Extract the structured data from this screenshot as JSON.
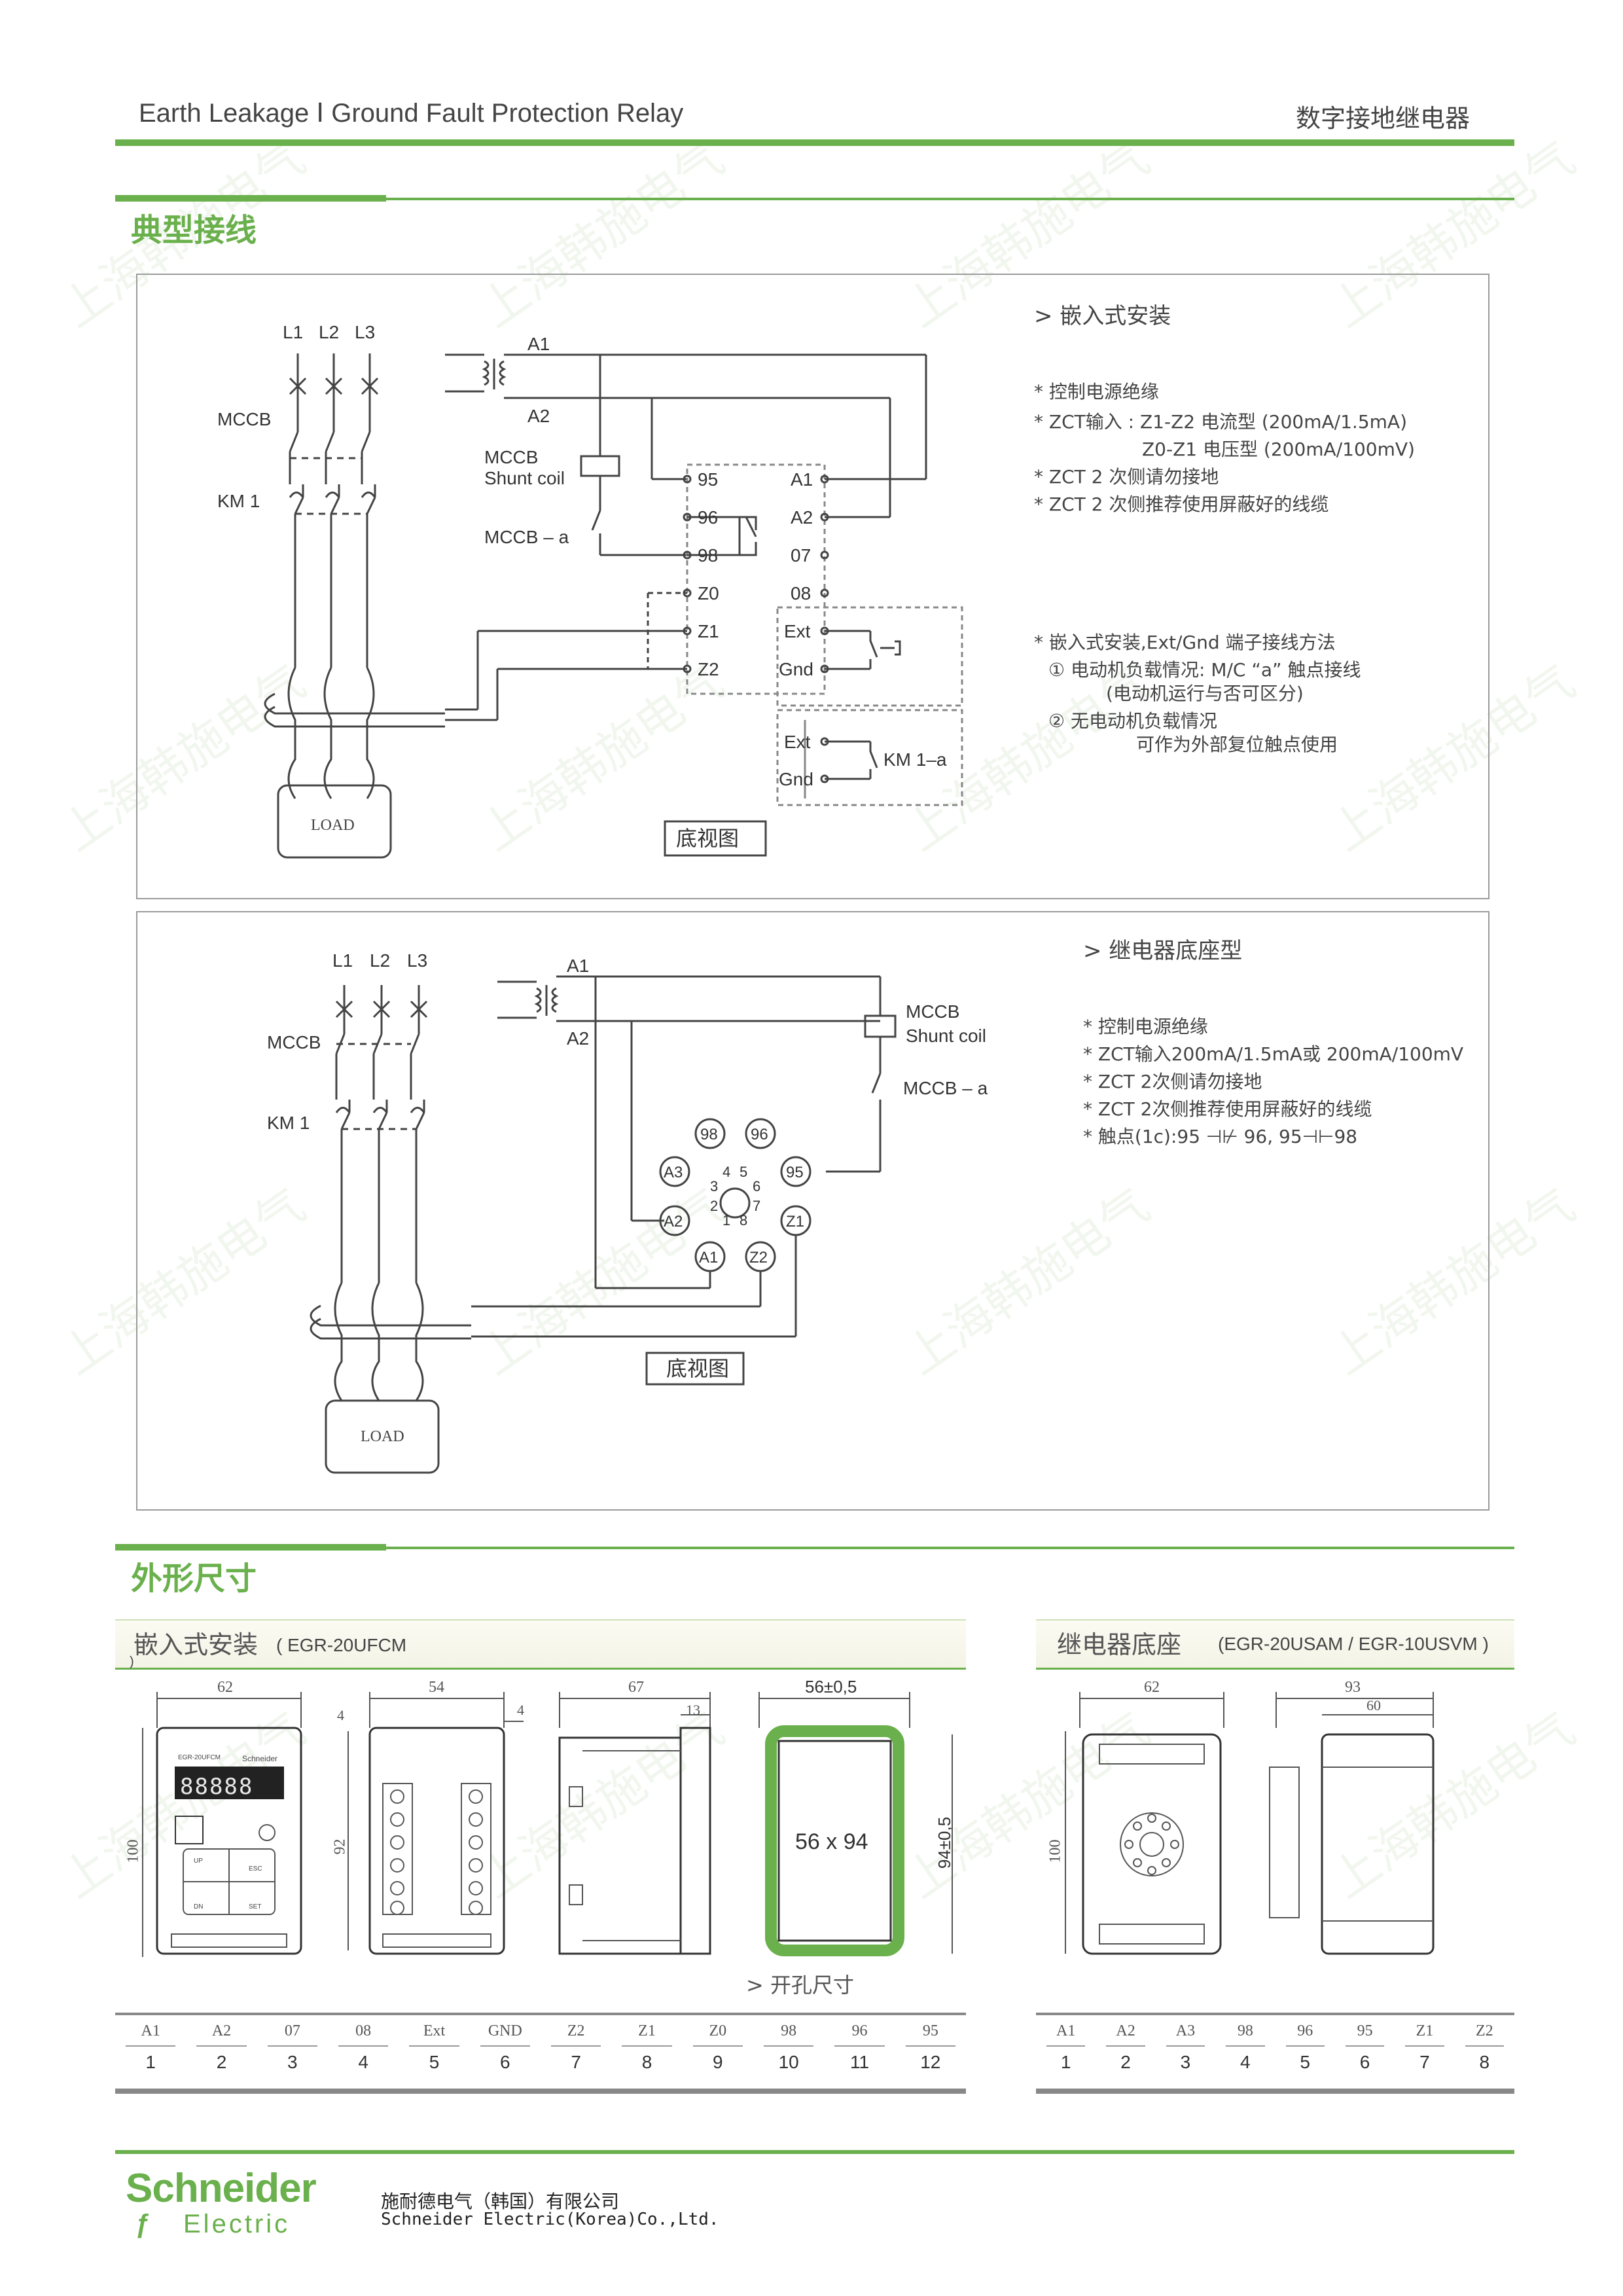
{
  "header": {
    "title_en": "Earth Leakage Ⅰ Ground Fault Protection Relay",
    "title_cn": "数字接地继电器"
  },
  "sections": {
    "wiring": "典型接线",
    "dimensions": "外形尺寸"
  },
  "panel1": {
    "subtitle": "> 嵌入式安装",
    "labels": {
      "l1": "L1",
      "l2": "L2",
      "l3": "L3",
      "mccb": "MCCB",
      "km1": "KM 1",
      "load": "LOAD",
      "a1": "A1",
      "a2": "A2",
      "mccb_shunt_1": "MCCB",
      "mccb_shunt_2": "Shunt coil",
      "mccb_a": "MCCB – a",
      "t95": "95",
      "t96": "96",
      "t98": "98",
      "z0": "Z0",
      "z1": "Z1",
      "z2": "Z2",
      "ra1": "A1",
      "ra2": "A2",
      "t07": "07",
      "t08": "08",
      "ext": "Ext",
      "gnd": "Gnd",
      "ext2": "Ext",
      "gnd2": "Gnd",
      "km1a": "KM 1–a",
      "bottom_view": "底视图"
    },
    "notes": [
      "控制电源绝缘",
      "ZCT输入 : Z1-Z2    电流型 (200mA/1.5mA)",
      "Z0-Z1    电压型 (200mA/100mV)",
      "ZCT 2 次侧请勿接地",
      "ZCT 2 次侧推荐使用屏蔽好的线缆"
    ],
    "notes2": [
      "嵌入式安装,Ext/Gnd 端子接线方法",
      "① 电动机负载情况: M/C “a” 触点接线",
      "(电动机运行与否可区分)",
      "② 无电动机负载情况",
      "可作为外部复位触点使用"
    ]
  },
  "panel2": {
    "subtitle": "> 继电器底座型",
    "labels": {
      "l1": "L1",
      "l2": "L2",
      "l3": "L3",
      "mccb": "MCCB",
      "km1": "KM 1",
      "load": "LOAD",
      "a1": "A1",
      "a2": "A2",
      "mccb_shunt_1": "MCCB",
      "mccb_shunt_2": "Shunt coil",
      "mccb_a": "MCCB – a",
      "p98": "98",
      "p96": "96",
      "pa3": "A3",
      "p95": "95",
      "pa2": "A2",
      "pz1": "Z1",
      "pa1": "A1",
      "pz2": "Z2",
      "n4": "4",
      "n5": "5",
      "n3": "3",
      "n6": "6",
      "n2": "2",
      "n7": "7",
      "n1": "1",
      "n8": "8",
      "bottom_view": "底视图"
    },
    "notes": [
      "控制电源绝缘",
      "ZCT输入200mA/1.5mA或 200mA/100mV",
      "ZCT 2次侧请勿接地",
      "ZCT  2次侧推荐使用屏蔽好的线缆",
      "触点(1c):95 ⊣⊬ 96, 95⊣⊢98"
    ]
  },
  "dims_left": {
    "title": "嵌入式安装",
    "model": "( EGR-20UFCM",
    "model_tail": ")",
    "d62": "62",
    "d100": "100",
    "d54": "54",
    "d4a": "4",
    "d4b": "4",
    "d92": "92",
    "d67": "67",
    "d13": "13",
    "d56": "56±0,5",
    "d94": "94±0,5",
    "cutout": "56 x 94",
    "cutout_caption": "> 开孔尺寸",
    "display": "88888",
    "brand_small": "Schneider",
    "model_small": "EGR-20UFCM",
    "btn_up": "UP",
    "btn_esc": "ESC",
    "btn_dn": "DN",
    "btn_set": "SET",
    "table_head": [
      "A1",
      "A2",
      "07",
      "08",
      "Ext",
      "GND",
      "Z2",
      "Z1",
      "Z0",
      "98",
      "96",
      "95"
    ],
    "table_num": [
      "1",
      "2",
      "3",
      "4",
      "5",
      "6",
      "7",
      "8",
      "9",
      "10",
      "11",
      "12"
    ]
  },
  "dims_right": {
    "title": "继电器底座",
    "model": "(EGR-20USAM / EGR-10USVM )",
    "d62": "62",
    "d100": "100",
    "d93": "93",
    "d60": "60",
    "table_head": [
      "A1",
      "A2",
      "A3",
      "98",
      "96",
      "95",
      "Z1",
      "Z2"
    ],
    "table_num": [
      "1",
      "2",
      "3",
      "4",
      "5",
      "6",
      "7",
      "8"
    ]
  },
  "footer": {
    "brand1": "Schneider",
    "brand2": "Electric",
    "company_cn": "施耐德电气（韩国）有限公司",
    "company_en": "Schneider Electric(Korea)Co.,Ltd."
  },
  "watermark": "上海韩施电气",
  "colors": {
    "accent": "#6ab04c",
    "frame": "#9a9a9a",
    "cutout": "#6ab04c",
    "text": "#333333"
  }
}
